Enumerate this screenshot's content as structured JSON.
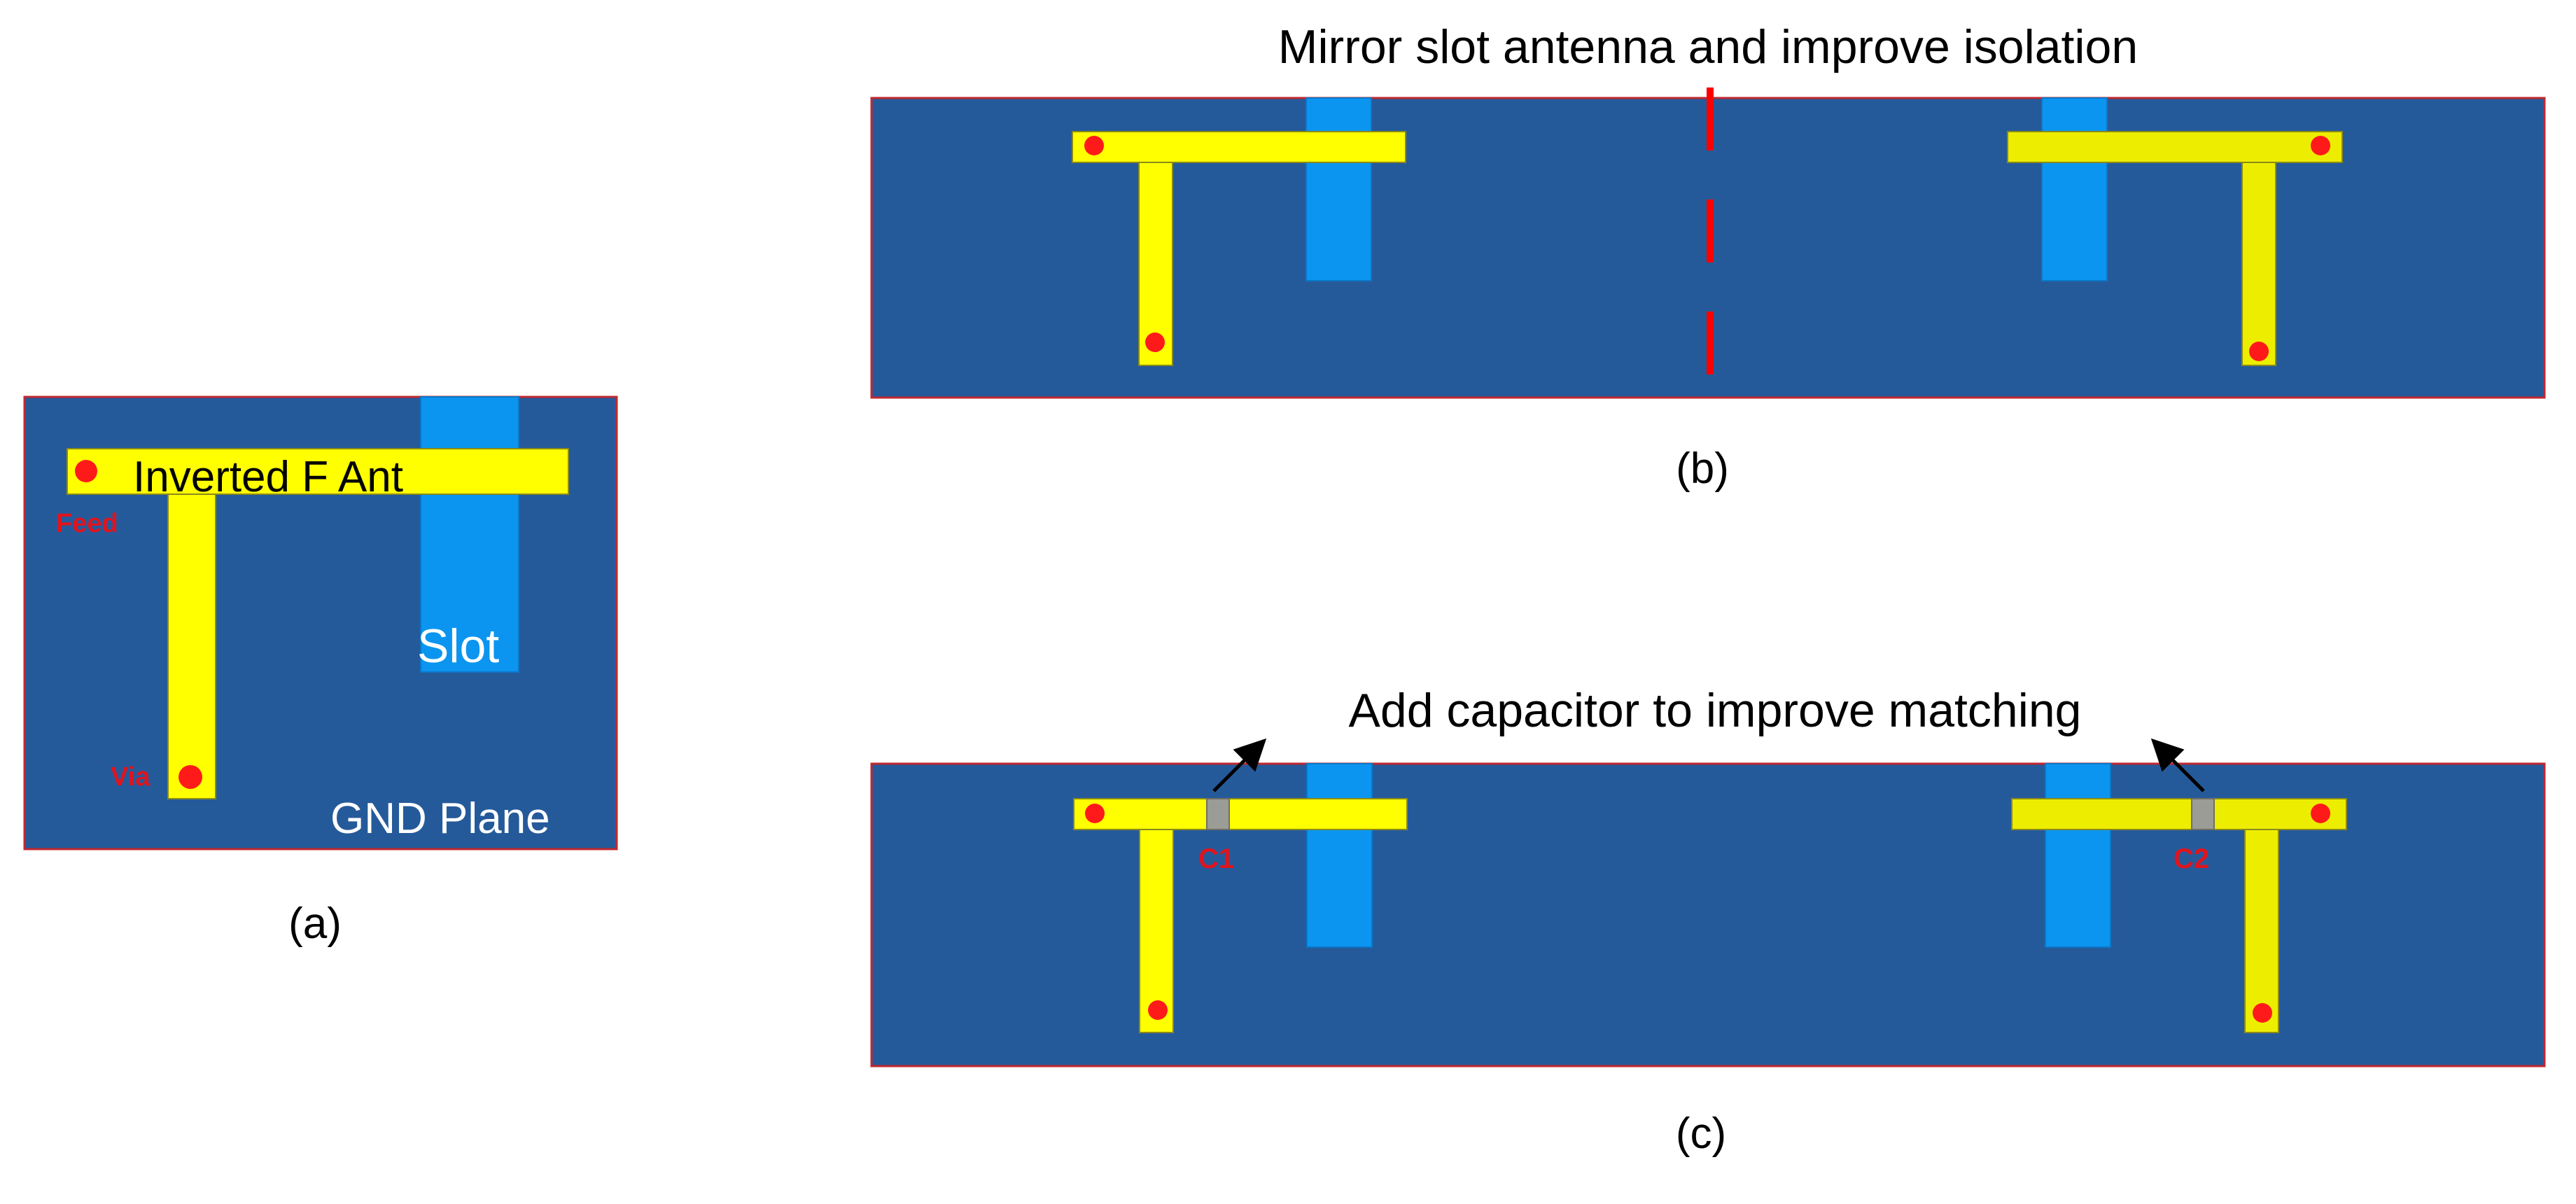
{
  "panel_a": {
    "antenna_label": "Inverted F Ant",
    "feed_label": "Feed",
    "via_label": "Via",
    "slot_label": "Slot",
    "gnd_label": "GND Plane",
    "caption": "(a)"
  },
  "panel_b": {
    "title": "Mirror slot antenna and improve isolation",
    "caption": "(b)"
  },
  "panel_c": {
    "title": "Add capacitor to improve matching",
    "cap1_label": "C1",
    "cap2_label": "C2",
    "caption": "(c)"
  },
  "colors": {
    "ground_plane": "#255a9a",
    "slot": "#0b95f0",
    "antenna_trace": "#ffff00",
    "feed_via_dot": "#ff1a1a",
    "capacitor": "#9c9c96",
    "symmetry_line": "#ff0000"
  }
}
